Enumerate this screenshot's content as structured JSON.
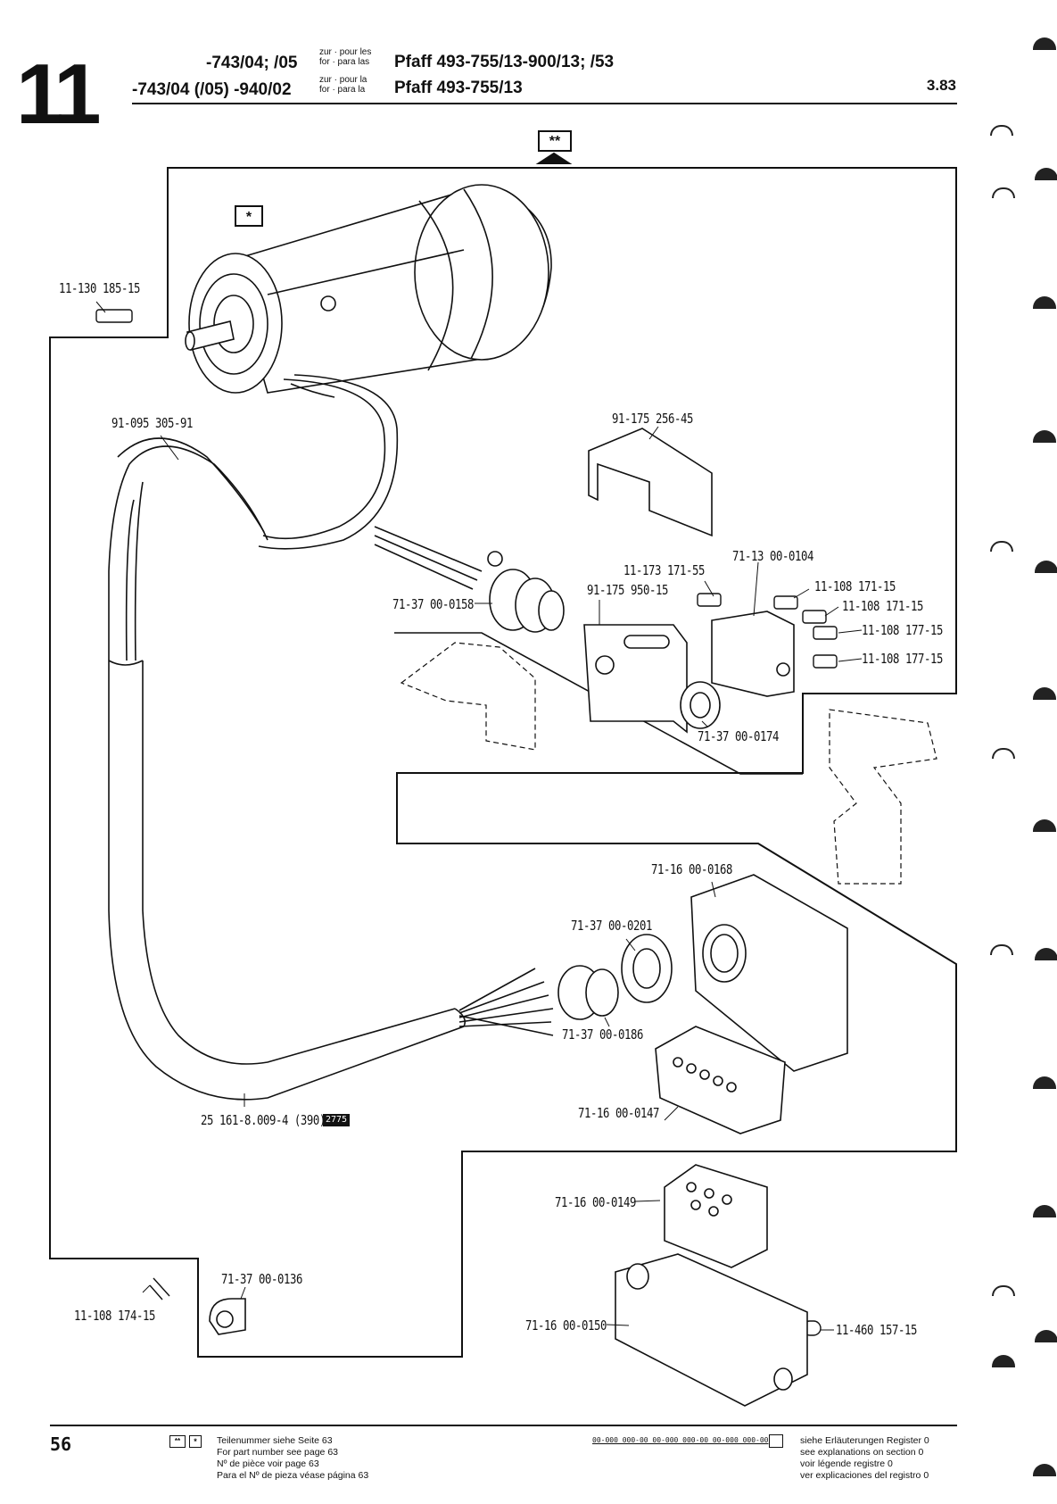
{
  "header": {
    "section_number": "11",
    "line1_models": "-743/04; /05",
    "line1_small_a": "zur · pour les",
    "line1_small_b": "for · para las",
    "line1_machine": "Pfaff 493-755/13-900/13; /53",
    "line2_models": "-743/04 (/05) -940/02",
    "line2_small_a": "zur · pour la",
    "line2_small_b": "for · para la",
    "line2_machine": "Pfaff 493-755/13",
    "page_ref": "3.83"
  },
  "markers": {
    "double_star": "**",
    "single_star": "*"
  },
  "parts": [
    {
      "key": "screw_motor",
      "label": "11-130 185-15"
    },
    {
      "key": "cable_motor",
      "label": "91-095 305-91"
    },
    {
      "key": "cover",
      "label": "91-175 256-45"
    },
    {
      "key": "screw_small",
      "label": "11-173 171-55"
    },
    {
      "key": "plate",
      "label": "91-175 950-15"
    },
    {
      "key": "switch",
      "label": "71-13 00-0104"
    },
    {
      "key": "screw_a1",
      "label": "11-108 171-15"
    },
    {
      "key": "screw_a2",
      "label": "11-108 171-15"
    },
    {
      "key": "screw_b1",
      "label": "11-108 177-15"
    },
    {
      "key": "screw_b2",
      "label": "11-108 177-15"
    },
    {
      "key": "gland_1",
      "label": "71-37 00-0158"
    },
    {
      "key": "nut_1",
      "label": "71-37 00-0174"
    },
    {
      "key": "hood",
      "label": "71-16 00-0168"
    },
    {
      "key": "reducer",
      "label": "71-37 00-0201"
    },
    {
      "key": "gland_2",
      "label": "71-37 00-0186"
    },
    {
      "key": "insert_male",
      "label": "71-16 00-0147"
    },
    {
      "key": "cable_main",
      "label": "25 161-8.009-4 (390)"
    },
    {
      "key": "insert_female",
      "label": "71-16 00-0149"
    },
    {
      "key": "housing",
      "label": "71-16 00-0150"
    },
    {
      "key": "screw_housing",
      "label": "11-460 157-15"
    },
    {
      "key": "clip",
      "label": "71-37 00-0136"
    },
    {
      "key": "screw_clip",
      "label": "11-108 174-15"
    }
  ],
  "cable_ref_box": "2775",
  "footer": {
    "page_number": "56",
    "note_de": "Teilenummer siehe Seite 63",
    "note_en": "For part number see page 63",
    "note_fr": "Nº de pièce voir page 63",
    "note_es": "Para el Nº de pieza véase página 63",
    "code_example": "00-000 000-00  00-000 000-00  00-000 000-00",
    "legend_de": "siehe Erläuterungen Register 0",
    "legend_en": "see explanations on section 0",
    "legend_fr": "voir légende registre 0",
    "legend_es": "ver explicaciones del registro 0"
  }
}
